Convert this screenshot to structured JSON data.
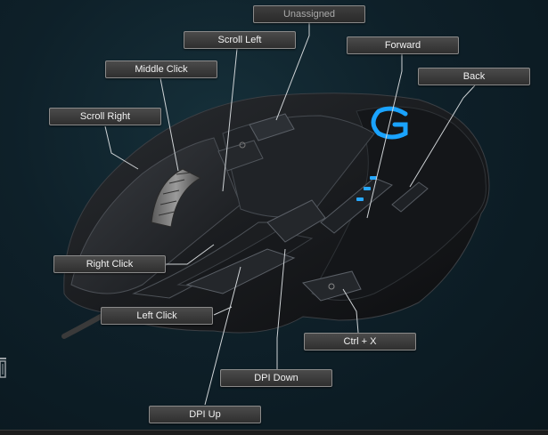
{
  "buttons": {
    "unassigned": "Unassigned",
    "scroll_left": "Scroll Left",
    "forward": "Forward",
    "middle_click": "Middle Click",
    "back": "Back",
    "scroll_right": "Scroll Right",
    "right_click": "Right Click",
    "left_click": "Left Click",
    "ctrl_x": "Ctrl + X",
    "dpi_down": "DPI Down",
    "dpi_up": "DPI Up"
  },
  "colors": {
    "logo_blue": "#1aa3ff",
    "dpi_led_blue": "#27a8ff",
    "background": "#0e2029"
  },
  "icons": {
    "left_edge": "trash-icon"
  }
}
